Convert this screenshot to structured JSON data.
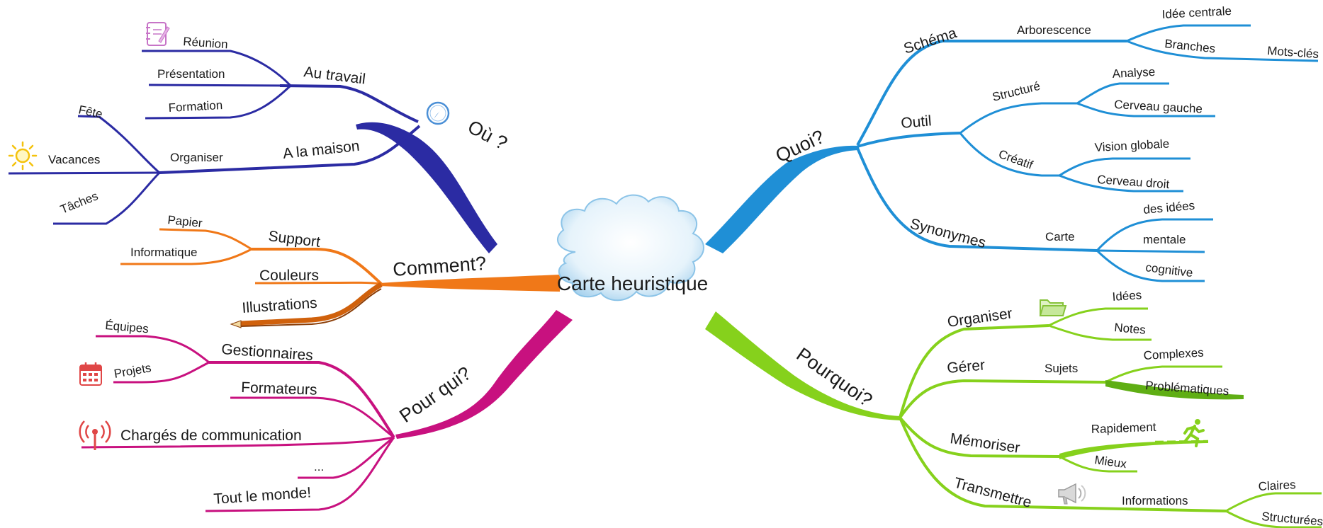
{
  "center": {
    "label": "Carte heuristique"
  },
  "colors": {
    "ou": "#2b2ba3",
    "comment": "#f07818",
    "pourqui": "#c8117f",
    "quoi": "#1f8fd6",
    "pourquoi": "#86d11c"
  },
  "icons": [
    "notebook-icon",
    "sun-icon",
    "compass-icon",
    "calendar-icon",
    "broadcast-icon",
    "folder-icon",
    "runner-icon",
    "megaphone-icon",
    "pencil-icon"
  ],
  "ou": {
    "label": "Où ?",
    "au_travail": {
      "label": "Au travail",
      "items": [
        "Réunion",
        "Présentation",
        "Formation"
      ]
    },
    "a_la_maison": {
      "label": "A la maison",
      "organiser": "Organiser",
      "items": [
        "Fête",
        "Vacances",
        "Tâches"
      ]
    }
  },
  "comment": {
    "label": "Comment?",
    "support": {
      "label": "Support",
      "items": [
        "Papier",
        "Informatique"
      ]
    },
    "couleurs": "Couleurs",
    "illustrations": "Illustrations"
  },
  "pourqui": {
    "label": "Pour qui?",
    "gestionnaires": {
      "label": "Gestionnaires",
      "items": [
        "Équipes",
        "Projets"
      ]
    },
    "formateurs": "Formateurs",
    "communication": "Chargés de communication",
    "ellipsis": "...",
    "tout_le_monde": "Tout le monde!"
  },
  "quoi": {
    "label": "Quoi?",
    "schema": {
      "label": "Schéma",
      "arborescence": "Arborescence",
      "items": [
        "Idée centrale",
        "Branches",
        "Mots-clés"
      ]
    },
    "outil": {
      "label": "Outil",
      "structure": {
        "label": "Structuré",
        "items": [
          "Analyse",
          "Cerveau gauche"
        ]
      },
      "creatif": {
        "label": "Créatif",
        "items": [
          "Vision globale",
          "Cerveau droit"
        ]
      }
    },
    "synonymes": {
      "label": "Synonymes",
      "carte": "Carte",
      "items": [
        "des idées",
        "mentale",
        "cognitive"
      ]
    }
  },
  "pourquoi": {
    "label": "Pourquoi?",
    "organiser": {
      "label": "Organiser",
      "items": [
        "Idées",
        "Notes"
      ]
    },
    "gerer": {
      "label": "Gérer",
      "sujets": "Sujets",
      "items": [
        "Complexes",
        "Problématiques"
      ]
    },
    "memoriser": {
      "label": "Mémoriser",
      "items": [
        "Rapidement",
        "Mieux"
      ]
    },
    "transmettre": {
      "label": "Transmettre",
      "informations": "Informations",
      "items": [
        "Claires",
        "Structurées"
      ]
    }
  }
}
